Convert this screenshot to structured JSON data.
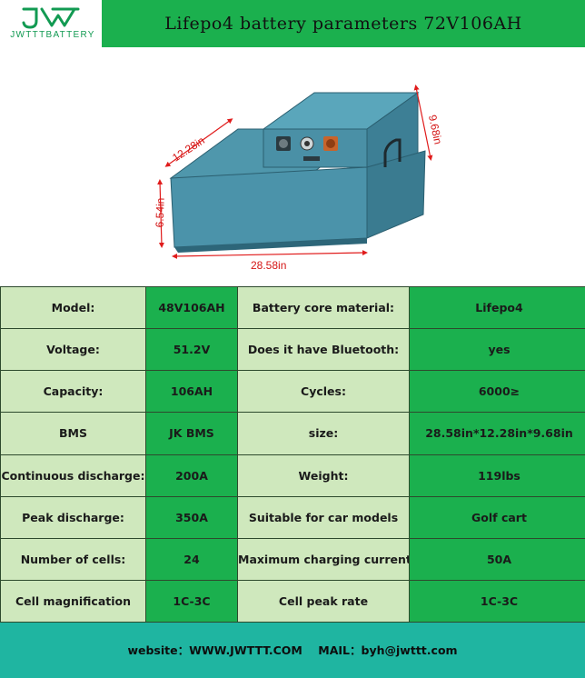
{
  "header": {
    "logo_text": "JWTTTBATTERY",
    "title": "Lifepo4 battery parameters 72V106AH"
  },
  "image": {
    "dim_length": "12.28in",
    "dim_depth": "9.68in",
    "dim_height": "6.54in",
    "dim_width": "28.58in"
  },
  "specs": {
    "rows": [
      {
        "label1": "Model:",
        "value1": "48V106AH",
        "label2": "Battery core material:",
        "value2": "Lifepo4"
      },
      {
        "label1": "Voltage:",
        "value1": "51.2V",
        "label2": "Does it have Bluetooth:",
        "value2": "yes"
      },
      {
        "label1": "Capacity:",
        "value1": "106AH",
        "label2": "Cycles:",
        "value2": "6000≥"
      },
      {
        "label1": "BMS",
        "value1": "JK BMS",
        "label2": "size:",
        "value2": "28.58in*12.28in*9.68in"
      },
      {
        "label1": "Continuous discharge:",
        "value1": "200A",
        "label2": "Weight:",
        "value2": "119lbs"
      },
      {
        "label1": "Peak discharge:",
        "value1": "350A",
        "label2": "Suitable for car models",
        "value2": "Golf cart"
      },
      {
        "label1": "Number of cells:",
        "value1": "24",
        "label2": "Maximum charging current",
        "value2": "50A"
      },
      {
        "label1": "Cell magnification",
        "value1": "1C-3C",
        "label2": "Cell peak rate",
        "value2": "1C-3C"
      }
    ]
  },
  "footer": {
    "website_label": "website：",
    "website": "WWW.JWTTT.COM",
    "mail_label": "MAIL：",
    "mail": "byh@jwttt.com"
  }
}
